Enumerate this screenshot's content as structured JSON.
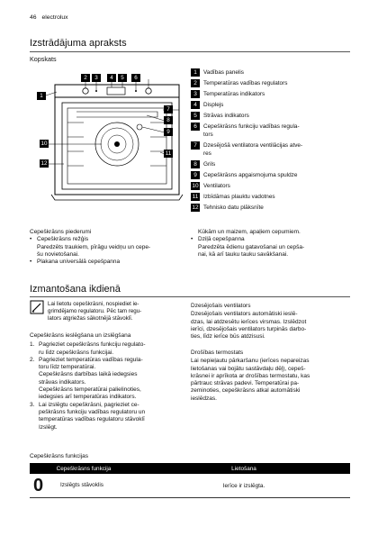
{
  "header": {
    "page_number": "46",
    "brand": "electrolux"
  },
  "section1": {
    "title": "Izstrādājuma apraksts",
    "subtitle": "Kopskats"
  },
  "diagram": {
    "callouts": [
      "1",
      "2",
      "3",
      "4",
      "5",
      "6",
      "7",
      "8",
      "9",
      "10",
      "11",
      "12"
    ]
  },
  "legend": [
    {
      "n": "1",
      "text": "Vadības panelis"
    },
    {
      "n": "2",
      "text": "Temperatūras vadības regulators"
    },
    {
      "n": "3",
      "text": "Temperatūras indikators"
    },
    {
      "n": "4",
      "text": "Displejs"
    },
    {
      "n": "5",
      "text": "Strāvas indikators"
    },
    {
      "n": "6",
      "text": "Cepeškrāsns funkciju vadības regula-",
      "text2": "tors"
    },
    {
      "n": "7",
      "text": "Dzesējošā ventilatora ventilācijas atve-",
      "text2": "res"
    },
    {
      "n": "8",
      "text": "Grils"
    },
    {
      "n": "9",
      "text": "Cepeškrāsns apgaismojuma spuldze"
    },
    {
      "n": "10",
      "text": "Ventilators"
    },
    {
      "n": "11",
      "text": "Izbīdāmas plauktu vadotnes"
    },
    {
      "n": "12",
      "text": "Tehnisko datu plāksnīte"
    }
  ],
  "accessories": {
    "title": "Cepeškrāsns piederumi",
    "items": [
      {
        "title": "Cepeškrāsns režģis",
        "desc1": "Paredzēts traukiem, pīrāgu veidņu un cepe-",
        "desc2": "šu novietošanai."
      },
      {
        "title": "Plakana universālā cepešpanna",
        "desc1": "",
        "desc2": ""
      }
    ],
    "right_cont": "Kūkām un maizem, apaļiem cepumiem.",
    "right_item": {
      "title": "Dziļā cepešpanna",
      "desc1": "Paredzēta ēdienu gatavošanai un cepša-",
      "desc2": "nai, kā arī tauku tauku savākšanai."
    }
  },
  "section2": {
    "title": "Izmantošana ikdienā"
  },
  "note": {
    "l1": "Lai lietotu cepeškrāsni, nospiediet ie-",
    "l2": "grimdējamo regulatoru. Pēc tam regu-",
    "l3": "lators atgriežas sākotnējā stāvoklī."
  },
  "onoff": {
    "title": "Cepeškrāsns ieslēgšana un izslēgšana",
    "steps": [
      {
        "n": "1.",
        "lines": [
          "Pagrieziet cepeškrāsns funkciju regulato-",
          "ru līdz cepeškrāsns funkcijai."
        ]
      },
      {
        "n": "2.",
        "lines": [
          "Pagrieziet temperatūras vadības regula-",
          "toru līdz temperatūrai.",
          "Cepeškrāsns darbības laikā iedegsies",
          "strāvas indikators.",
          "Cepeškrāsns temperatūrai palielinoties,",
          "iedegsies arī temperatūras indikators."
        ]
      },
      {
        "n": "3.",
        "lines": [
          "Lai izslēgtu cepeškrāsni, pagrieziet ce-",
          "peškrāsns funkciju vadības regulatoru un",
          "temperatūras vadības regulatoru stāvoklī",
          "Izslēgt."
        ]
      }
    ]
  },
  "fan": {
    "title": "Dzesējošais ventilators",
    "lines": [
      "Dzesējošais ventilators automātiski ieslē-",
      "dzas, lai atdzesētu ierīces virsmas. Izslēdzot",
      "ierīci, dzesējošais ventilators turpinās darbo-",
      "ties, līdz ierīce būs atdzisusi."
    ]
  },
  "thermo": {
    "title": "Drošības termostats",
    "lines": [
      "Lai nepieļautu pārkaršanu (ierīces nepareizas",
      "lietošanas vai bojātu sastāvdaļu dēļ), cepeš-",
      "krāsnei ir aprīkota ar drošības termostatu, kas",
      "pārtrauc strāvas padevi. Temperatūrai pa-",
      "zeminoties, cepeškrāsns atkal automātiski",
      "ieslēdzas."
    ]
  },
  "functions": {
    "title": "Cepeškrāsns funkcijas",
    "col1": "Cepeškrāsns funkcija",
    "col2": "Lietošana",
    "row": {
      "symbol": "0",
      "name": "Izslēgts stāvoklis",
      "use": "Ierīce ir izslēgta."
    }
  }
}
